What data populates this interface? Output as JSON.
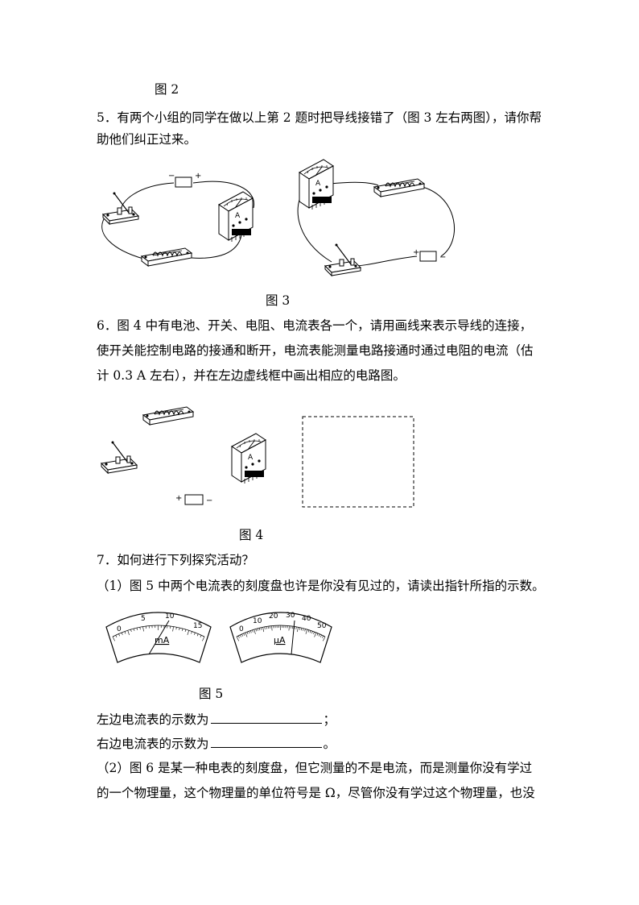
{
  "fig2_caption": "图 2",
  "q5": {
    "line1": "5．有两个小组的同学在做以上第 2 题时把导线接错了（图 3 左右两图），请你帮",
    "line2": "助他们纠正过来。",
    "fig_caption": "图 3"
  },
  "q6": {
    "line1": "6．图 4 中有电池、开关、电阻、电流表各一个，请用画线来表示导线的连接，",
    "line2": "使开关能控制电路的接通和断开，电流表能测量电路接通时通过电阻的电流（估",
    "line3": "计 0.3 A 左右），并在左边虚线框中画出相应的电路图。",
    "fig_caption": "图 4"
  },
  "q7": {
    "line1": "7．如何进行下列探究活动？",
    "sub1": "（1）图 5 中两个电流表的刻度盘也许是你没有见过的，请读出指针所指的示数。",
    "fig_caption": "图 5",
    "left_label": "左边电流表的示数为",
    "left_end": "；",
    "right_label": "右边电流表的示数为",
    "right_end": "。",
    "sub2_line1": "（2）图 6 是某一种电表的刻度盘，但它测量的不是电流，而是测量你没有学过",
    "sub2_line2": "的一个物理量，这个物理量的单位符号是 Ω，尽管你没有学过这个物理量，也没"
  },
  "components": {
    "meter_letter": "A",
    "battery_plus": "+",
    "battery_minus": "−"
  },
  "dials": {
    "left": {
      "unit": "mA",
      "ticks": [
        "0",
        "5",
        "10",
        "15"
      ]
    },
    "right": {
      "unit": "μA",
      "ticks": [
        "0",
        "10",
        "20",
        "30",
        "40",
        "50"
      ]
    }
  }
}
